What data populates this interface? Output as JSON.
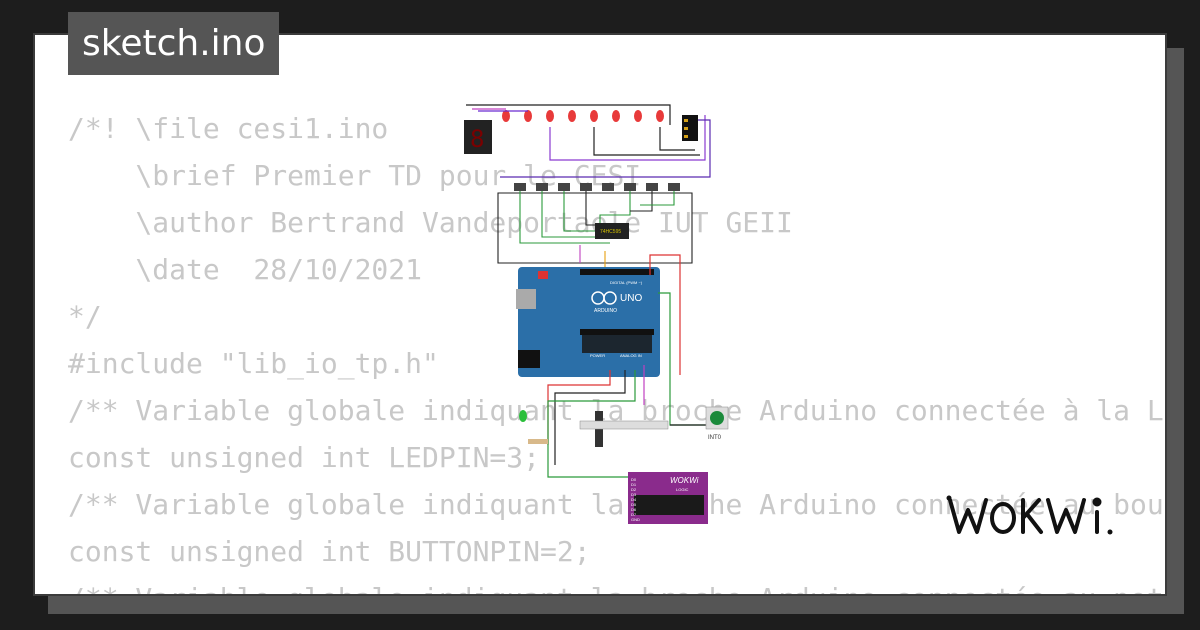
{
  "file_tab": {
    "label": "sketch.ino"
  },
  "code_lines": [
    "/*! \\file cesi1.ino",
    "    \\brief Premier TD pour le CESI",
    "    \\author Bertrand Vandeportaele IUT GEII",
    "    \\date  28/10/2021",
    "*/",
    "#include \"lib_io_tp.h\"",
    "/** Variable globale indiquant la broche Arduino connectée à la LED */",
    "const unsigned int LEDPIN=3;",
    "/** Variable globale indiquant la broche Arduino connectée au bouton",
    "const unsigned int BUTTONPIN=2;",
    "/** Variable globale indiquant la broche Arduino connectée au potentiomètre"
  ],
  "circuit": {
    "board_label": "UNO",
    "board_brand": "ARDUINO",
    "header_label": "DIGITAL (PWM ~)",
    "power_label": "POWER",
    "analog_label": "ANALOG IN",
    "button_label": "INT0",
    "logic_brand": "WOKWi",
    "logic_label": "LOGIC",
    "logic_pins": [
      "D0",
      "D1",
      "D2",
      "D3",
      "D4",
      "D5",
      "D6",
      "D7",
      "GND"
    ],
    "ic_label": "74HC595"
  },
  "brand": {
    "name": "WOKWi",
    "color": "#111111"
  },
  "colors": {
    "card_border": "#3b3b3b",
    "code_text": "#c8c8c8",
    "tag_bg": "#555555",
    "board": "#2b6fa8",
    "logic_chip": "#8a2b8c"
  }
}
